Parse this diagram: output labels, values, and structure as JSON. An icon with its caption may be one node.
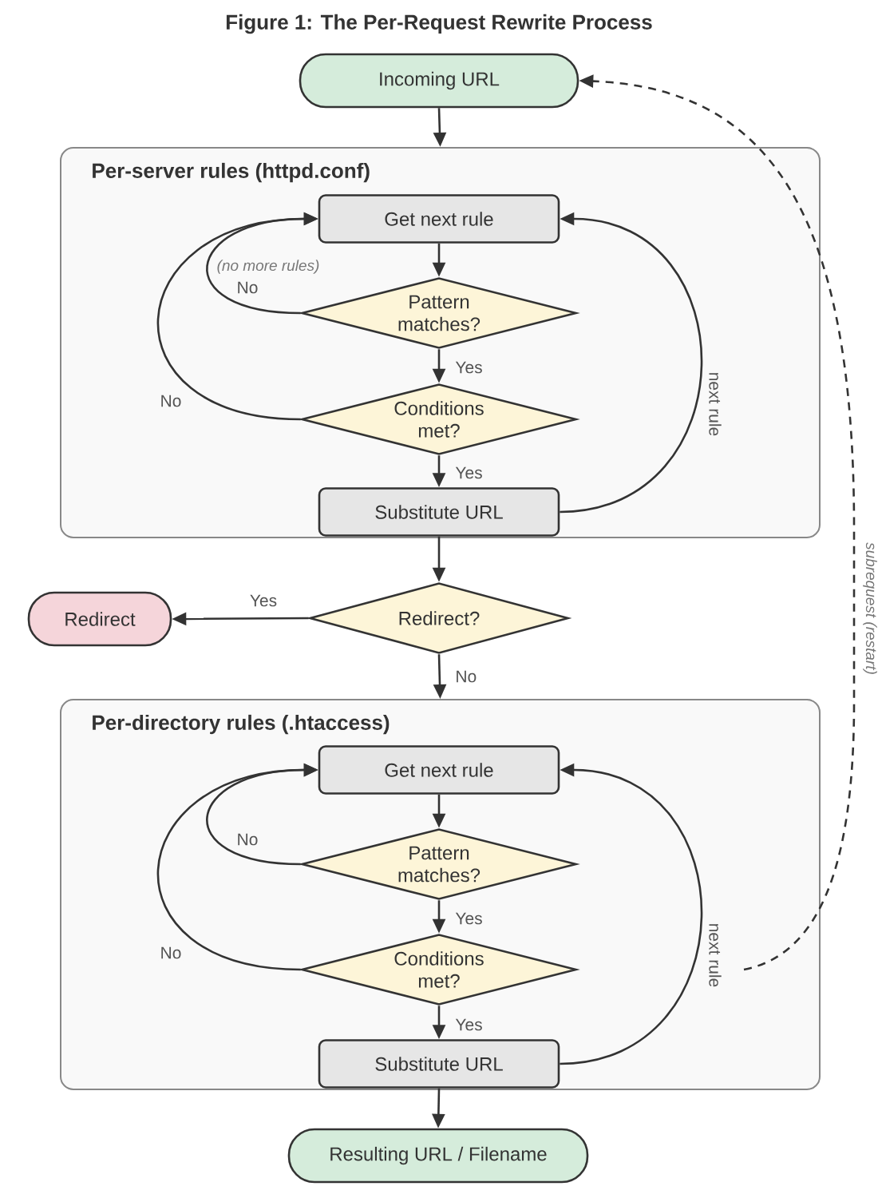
{
  "diagram": {
    "title": "Figure 1: The Per-Request Rewrite Process",
    "nodes": [
      {
        "text": [
          "Incoming URL"
        ]
      },
      {
        "text": [
          "Per-server rules (httpd.conf)"
        ]
      },
      {
        "text": [
          "Get next rule"
        ],
        "in": 1
      },
      {
        "text": [
          "Pattern matches?"
        ],
        "in": 1
      },
      {
        "text": [
          "Conditions met?"
        ],
        "in": 1
      },
      {
        "text": [
          "Substitute URL"
        ],
        "in": 1
      },
      {
        "text": [
          "Redirect"
        ]
      },
      {
        "text": [
          "Redirect?"
        ]
      },
      {
        "text": [
          "Per-directory rules (.htaccess)"
        ]
      },
      {
        "text": [
          "Get next rule"
        ],
        "in": 8
      },
      {
        "text": [
          "Pattern matches?"
        ],
        "in": 8
      },
      {
        "text": [
          "Conditions met?"
        ],
        "in": 8
      },
      {
        "text": [
          "Substitute URL"
        ],
        "in": 8
      },
      {
        "text": [
          "Resulting URL / Filename"
        ]
      }
    ],
    "edges": [
      {
        "from": 0,
        "to": 1,
        "arrow": "to"
      },
      {
        "from": 2,
        "to": 3,
        "arrow": "to"
      },
      {
        "from": 3,
        "to": 2,
        "arrow": "to",
        "label": "No"
      },
      {
        "from": 3,
        "to": 4,
        "arrow": "to",
        "label": "Yes"
      },
      {
        "from": 4,
        "to": 2,
        "arrow": "to",
        "label": "No"
      },
      {
        "from": 4,
        "to": 5,
        "arrow": "to",
        "label": "Yes"
      },
      {
        "from": 5,
        "to": 2,
        "arrow": "to",
        "label": "next rule"
      },
      {
        "from": 5,
        "to": 7,
        "arrow": "to"
      },
      {
        "from": 7,
        "to": 6,
        "arrow": "to",
        "label": "Yes"
      },
      {
        "from": 7,
        "to": 8,
        "arrow": "to",
        "label": "No"
      },
      {
        "from": 9,
        "to": 10,
        "arrow": "to"
      },
      {
        "from": 10,
        "to": 9,
        "arrow": "to",
        "label": "No"
      },
      {
        "from": 10,
        "to": 11,
        "arrow": "to",
        "label": "Yes"
      },
      {
        "from": 11,
        "to": 9,
        "arrow": "to",
        "label": "No"
      },
      {
        "from": 11,
        "to": 12,
        "arrow": "to",
        "label": "Yes"
      },
      {
        "from": 12,
        "to": 9,
        "arrow": "to",
        "label": "next rule"
      },
      {
        "from": 12,
        "to": 13,
        "arrow": "to"
      },
      {
        "from": null,
        "to": 0,
        "arrow": "to",
        "label": "subrequest (restart)",
        "style": "dashed"
      }
    ],
    "labels": [
      "(no more rules)"
    ]
  }
}
